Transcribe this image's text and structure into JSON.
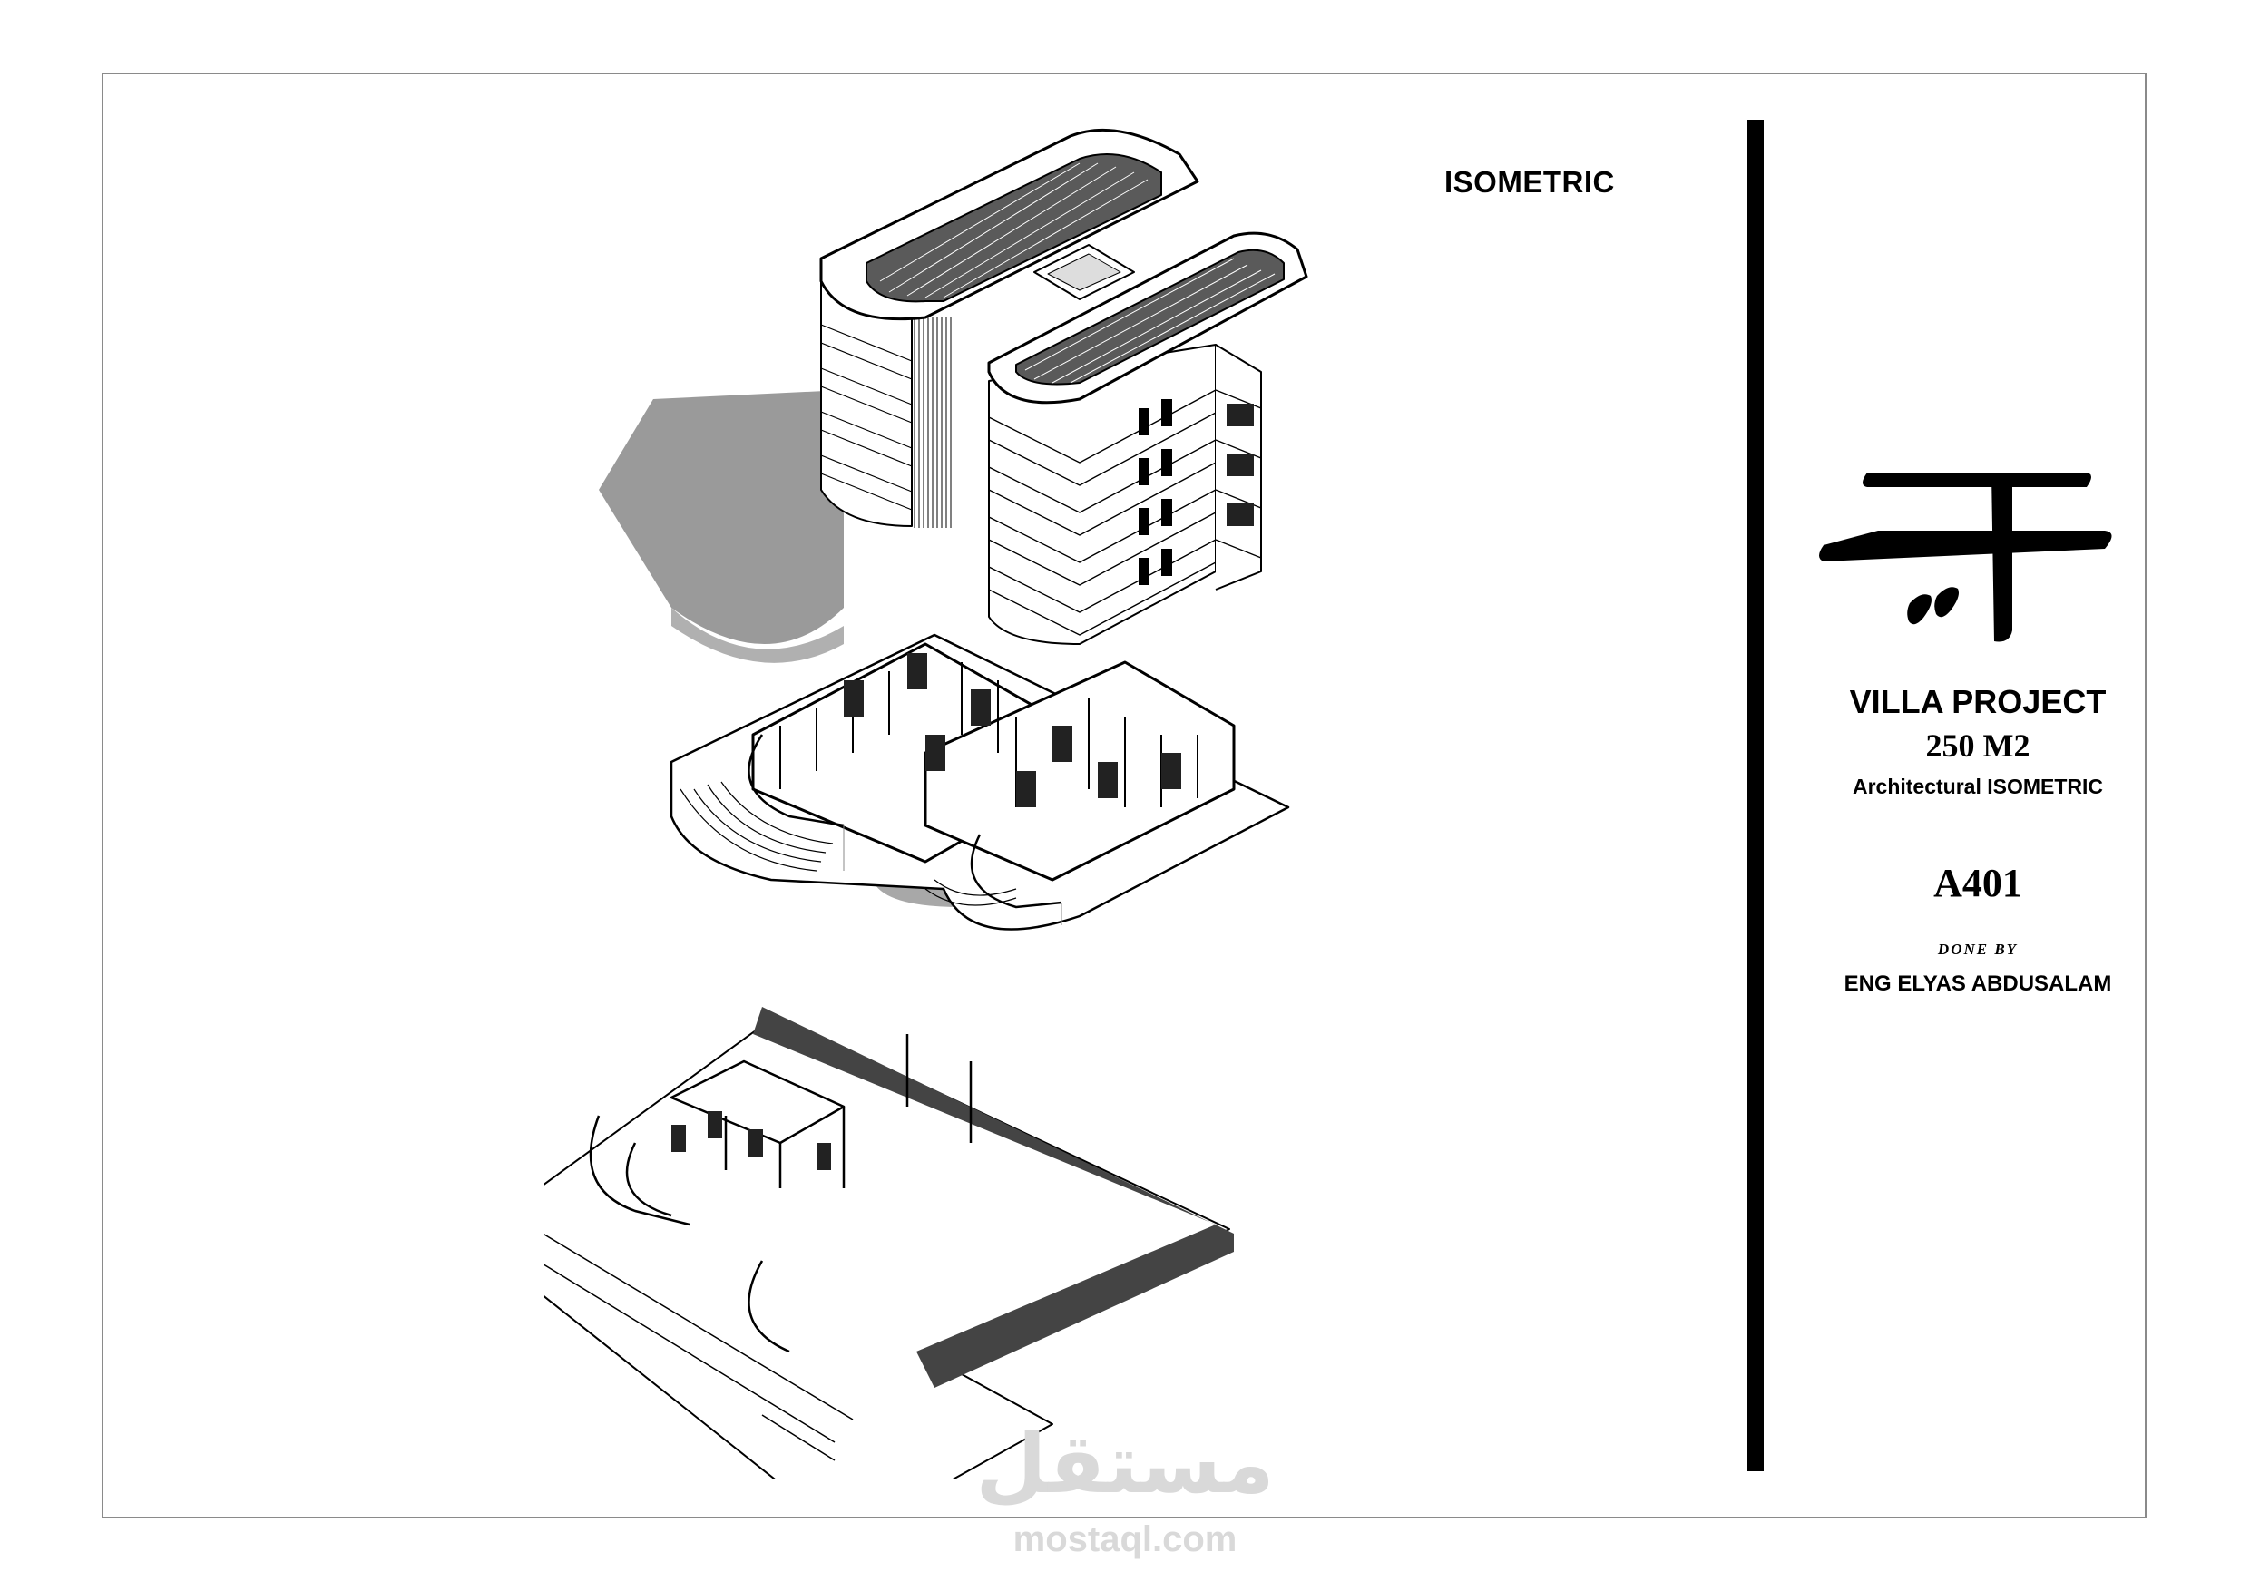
{
  "drawing": {
    "view_title": "ISOMETRIC"
  },
  "title_block": {
    "project": "VILLA PROJECT",
    "area": "250 M2",
    "subtitle": "Architectural ISOMETRIC",
    "sheet_number": "A401",
    "done_by_label": "DONE BY",
    "author": "ENG ELYAS ABDUSALAM",
    "logo": "monogram-logo"
  },
  "watermark": {
    "logo_text": "مستقل",
    "url": "mostaql.com"
  },
  "colors": {
    "ink": "#000000",
    "shadow": "#9a9a9a",
    "frame": "#8a8a8a",
    "watermark": "#d9d9d9"
  }
}
